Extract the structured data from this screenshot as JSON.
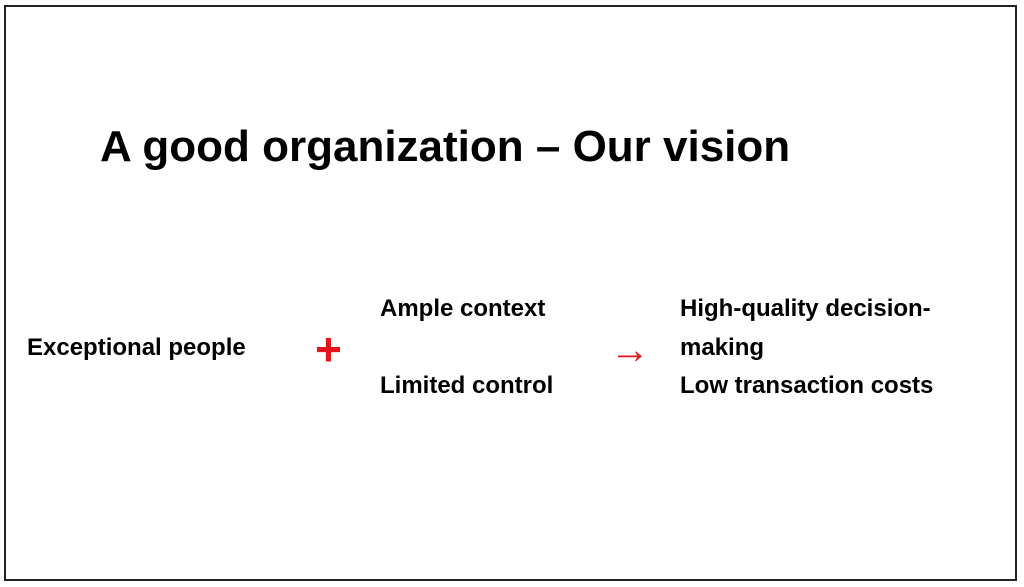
{
  "slide": {
    "title": "A good organization – Our vision",
    "input": "Exceptional people",
    "plus_symbol": "+",
    "conditions": [
      "Ample context",
      "Limited control"
    ],
    "arrow_symbol": "→",
    "outcomes": [
      "High-quality decision-",
      "making",
      "Low transaction costs"
    ],
    "accent_color": "#e8141b"
  }
}
